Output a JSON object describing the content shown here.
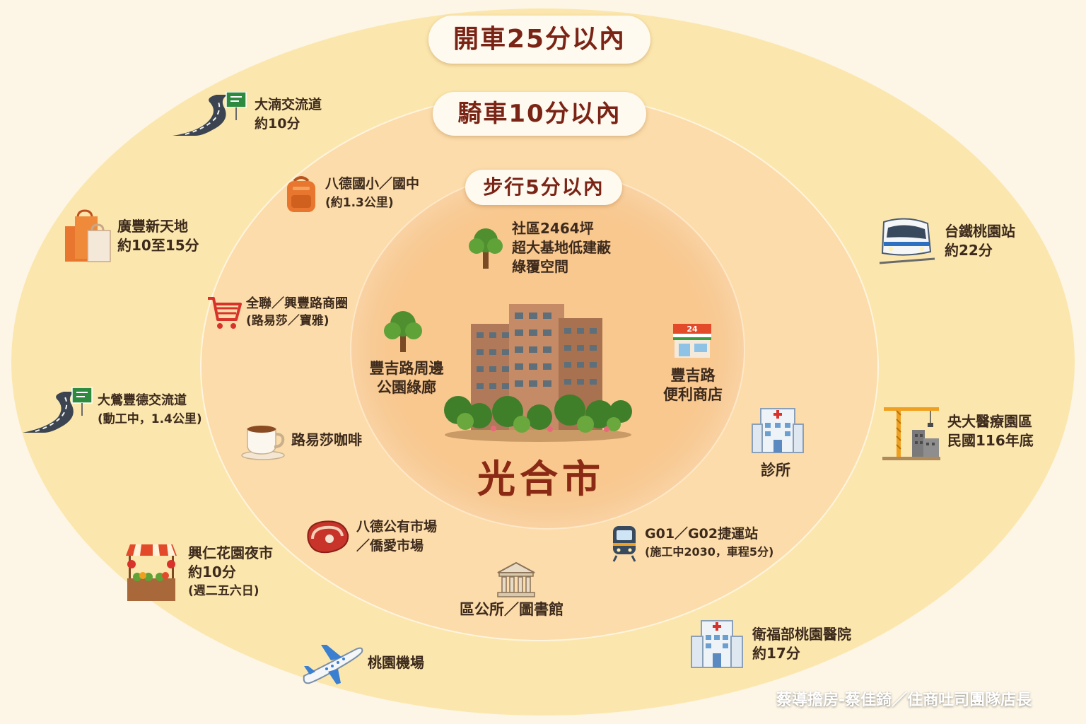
{
  "rings": {
    "drive_label": "開車25分以內",
    "bike_label": "騎車10分以內",
    "walk_label": "步行5分以內"
  },
  "center": {
    "title": "光合市"
  },
  "walk_items": {
    "community_lines": [
      "社區2464坪",
      "超大基地低建蔽",
      "綠覆空間"
    ],
    "park_lines": [
      "豐吉路周邊",
      "公園綠廊"
    ],
    "store_lines": [
      "豐吉路",
      "便利商店"
    ]
  },
  "bike_items": {
    "school_lines": [
      "八德國小／國中",
      "(約1.3公里)"
    ],
    "mall_lines": [
      "全聯／興豐路商圈",
      "(路易莎／寶雅)"
    ],
    "cafe": "路易莎咖啡",
    "market_lines": [
      "八德公有市場",
      "／僑愛市場"
    ],
    "district_office": "區公所／圖書館",
    "mrt_lines": [
      "G01／G02捷運站",
      "(施工中2030，車程5分)"
    ],
    "clinic": "診所"
  },
  "drive_items": {
    "daxi_lines": [
      "大湳交流道",
      "約10分"
    ],
    "shopping_lines": [
      "廣豐新天地",
      "約10至15分"
    ],
    "interchange_lines": [
      "大鶯豐德交流道",
      "(動工中，1.4公里)"
    ],
    "night_market_lines": [
      "興仁花園夜市",
      "約10分",
      "(週二五六日)"
    ],
    "airport": "桃園機場",
    "hospital_lines": [
      "衛福部桃園醫院",
      "約17分"
    ],
    "train_lines": [
      "台鐵桃園站",
      "約22分"
    ],
    "medical_park_lines": [
      "央大醫療園區",
      "民國116年底"
    ]
  },
  "store_sign": "24",
  "credit": "蔡導擔房-蔡佳錡／住商吐司團隊店長",
  "colors": {
    "title": "#8a2a14",
    "outer": "#fbe7ae",
    "middle": "#fbdcaa",
    "inner": "#f8c88f"
  }
}
